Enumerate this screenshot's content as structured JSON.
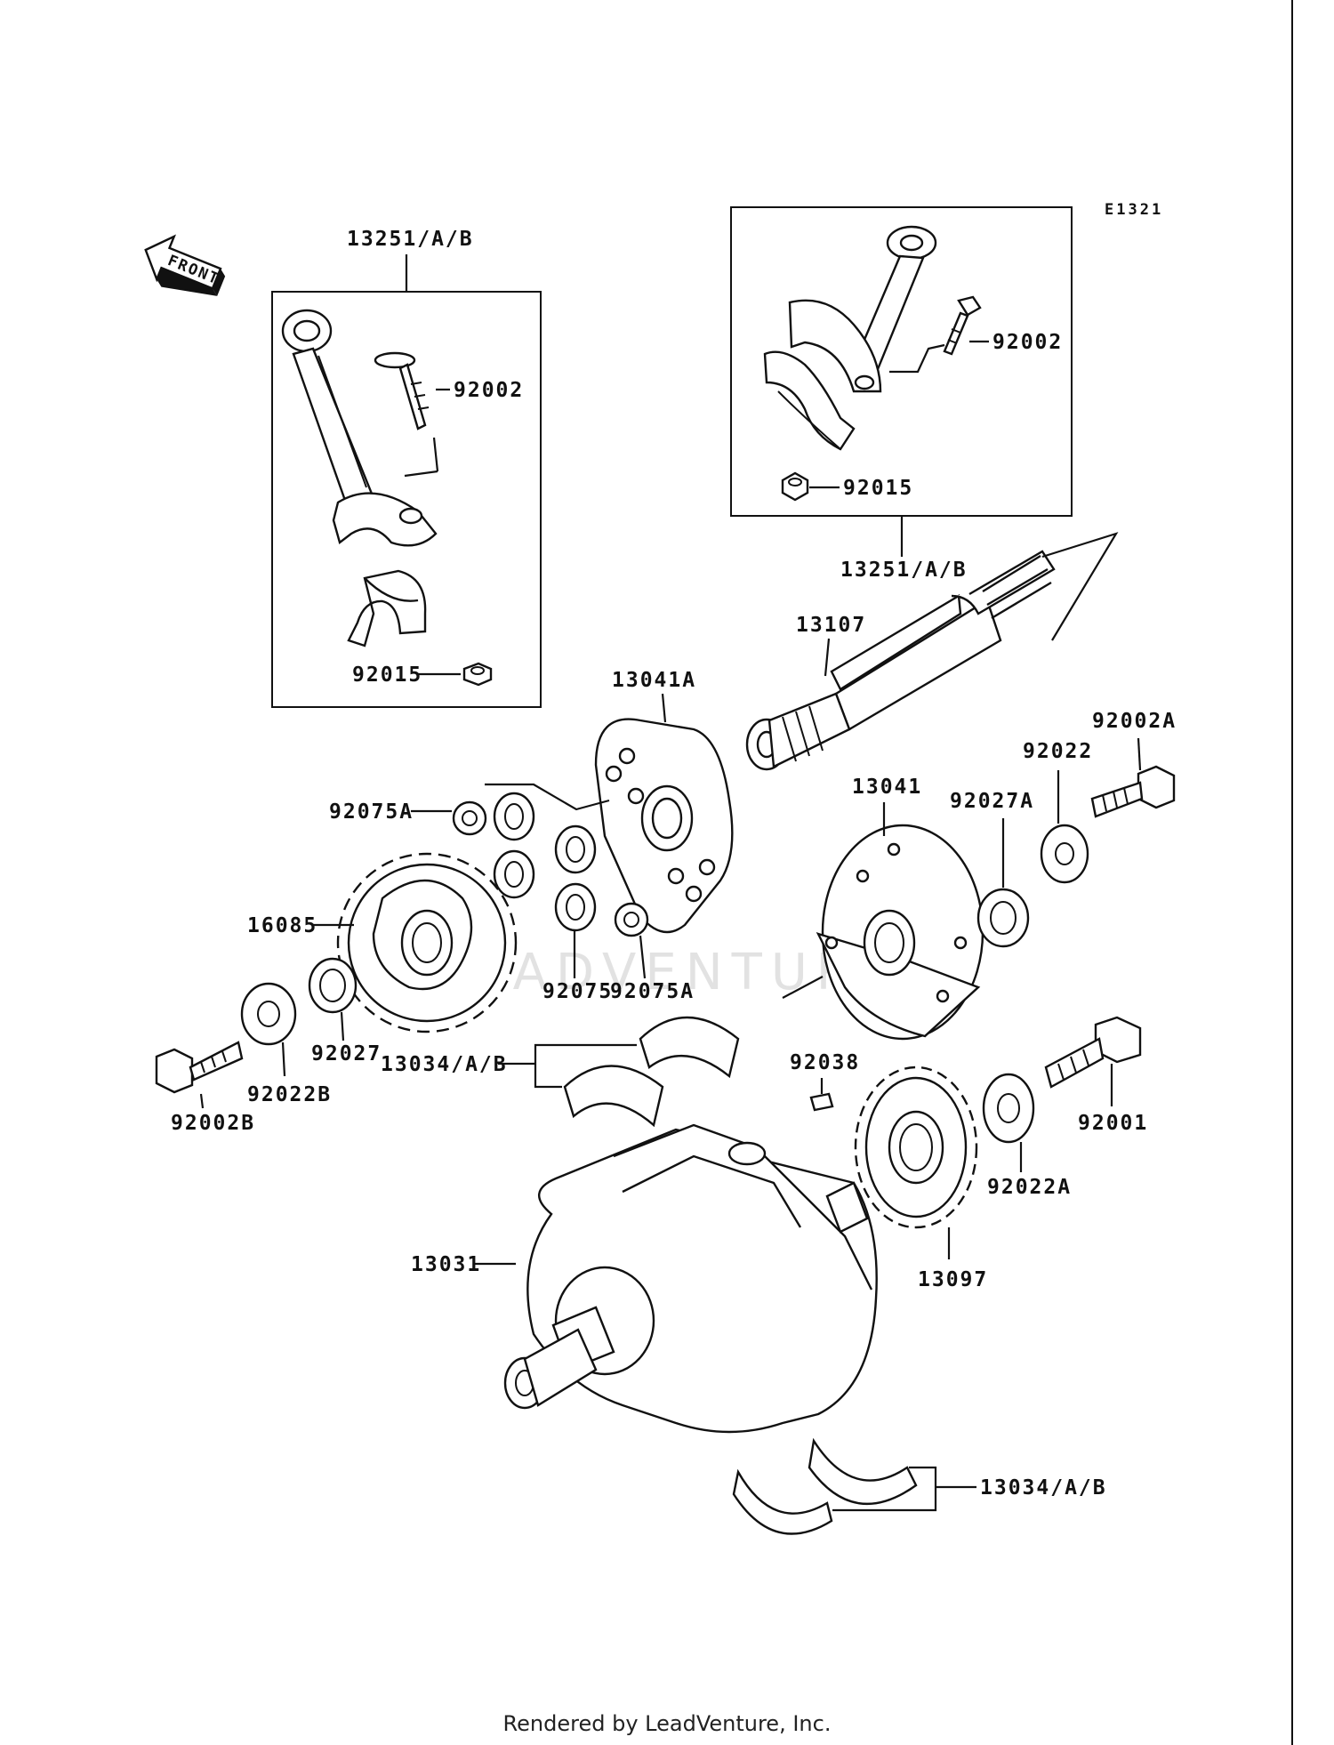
{
  "diagram_code": "E1321",
  "front_label": "FRONT",
  "watermark": "LEADVENTURE",
  "footer": "Rendered by LeadVenture, Inc.",
  "labels": {
    "conrod_left_group": "13251/A/B",
    "conrod_left_bolt": "92002",
    "conrod_left_nut": "92015",
    "conrod_right_bolt": "92002",
    "conrod_right_nut": "92015",
    "conrod_right_group": "13251/A/B",
    "shaft": "13107",
    "balancer_weight_a": "13041A",
    "bolt_92002a": "92002A",
    "washer_92022": "92022",
    "balancer_weight": "13041",
    "collar_92027a": "92027A",
    "damper_92075a_top": "92075A",
    "gear_16085": "16085",
    "damper_92075": "92075",
    "damper_92075a_bottom": "92075A",
    "collar_92027": "92027",
    "bearing_top": "13034/A/B",
    "key_92038": "92038",
    "bolt_92002b": "92002B",
    "washer_92022b": "92022B",
    "bolt_92001": "92001",
    "washer_92022a": "92022A",
    "crankshaft": "13031",
    "gear_13097": "13097",
    "bearing_bottom": "13034/A/B"
  }
}
